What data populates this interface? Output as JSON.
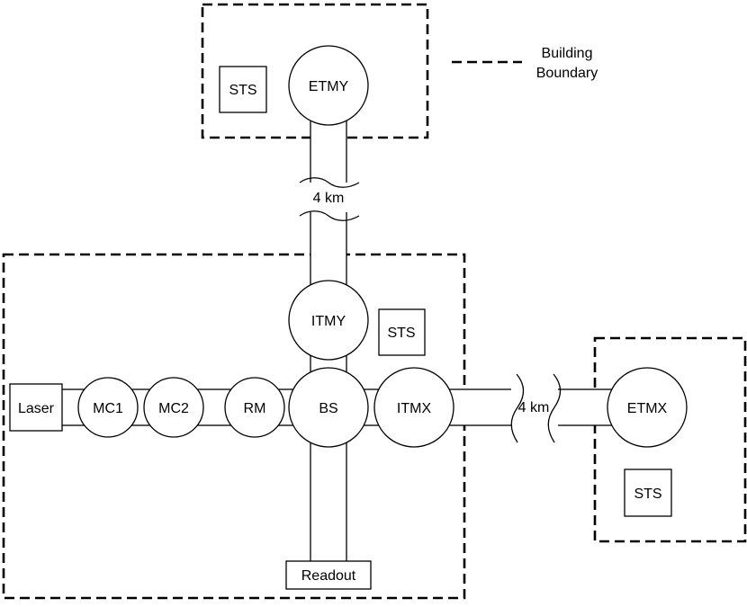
{
  "legend": {
    "label_line1": "Building",
    "label_line2": "Boundary"
  },
  "components": {
    "laser": "Laser",
    "mc1": "MC1",
    "mc2": "MC2",
    "rm": "RM",
    "bs": "BS",
    "itmx": "ITMX",
    "itmy": "ITMY",
    "etmx": "ETMX",
    "etmy": "ETMY",
    "readout": "Readout",
    "sts_corner": "STS",
    "sts_y_end": "STS",
    "sts_x_end": "STS"
  },
  "arms": {
    "y_length": "4 km",
    "x_length": "4 km"
  }
}
